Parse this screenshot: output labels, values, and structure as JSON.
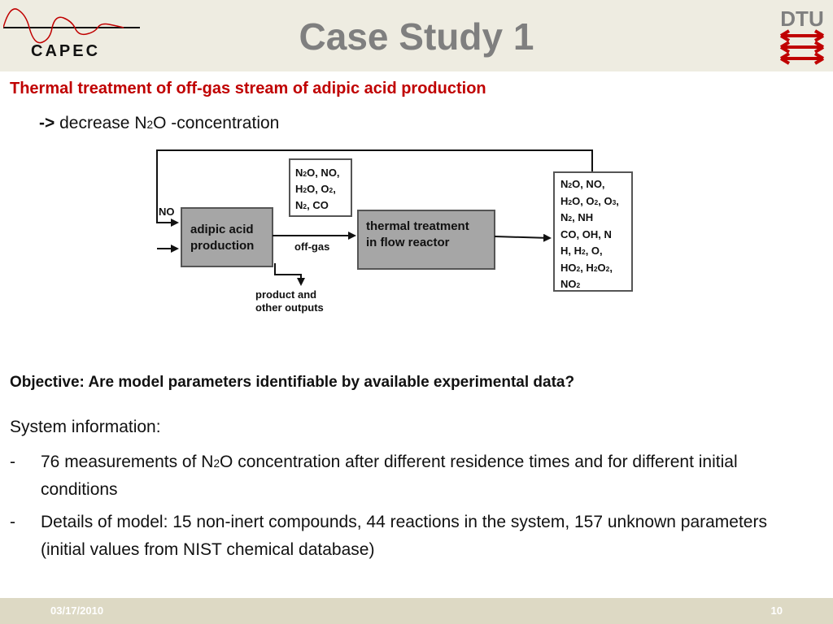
{
  "header": {
    "title": "Case Study 1",
    "logo_left_text": "CAPEC",
    "logo_right_text": "DTU"
  },
  "colors": {
    "header_bg": "#eeece1",
    "footer_bg": "#ddd9c4",
    "subtitle": "#c00000",
    "title": "#7f7f7f",
    "dtu_red": "#c00000",
    "box_fill": "#a6a6a6"
  },
  "subtitle": "Thermal treatment of off-gas stream of adipic acid production",
  "goal": {
    "arrow": "->",
    "text_prefix": " decrease N",
    "sub": "2",
    "text_suffix": "O -concentration"
  },
  "diagram": {
    "input_label": "NO",
    "box1": [
      "adipic acid",
      "production"
    ],
    "offgas_label": "off-gas",
    "box2": [
      "thermal treatment",
      "in flow reactor"
    ],
    "product_label": [
      "product and",
      "other outputs"
    ],
    "stream1": {
      "line1": [
        "N",
        "2",
        "O, NO,"
      ],
      "line2": [
        "H",
        "2",
        "O, O",
        "2",
        ","
      ],
      "line3": [
        "N",
        "2",
        ", CO"
      ]
    },
    "stream2": {
      "line1": [
        "N",
        "2",
        "O, NO,"
      ],
      "line2": [
        "H",
        "2",
        "O, O",
        "2",
        ", O",
        "3",
        ","
      ],
      "line3": [
        "N",
        "2",
        ", NH"
      ],
      "line4": [
        "CO, OH, N"
      ],
      "line5": [
        "H, H",
        "2",
        ", O,"
      ],
      "line6": [
        "HO",
        "2",
        ", H",
        "2",
        "O",
        "2",
        ","
      ],
      "line7": [
        "NO",
        "2"
      ]
    }
  },
  "objective": "Objective: Are model parameters identifiable by available experimental data?",
  "system_info_label": "System information:",
  "bullets": [
    {
      "dash": "-",
      "part1": "76 measurements of N",
      "sub": "2",
      "part2": "O concentration after different residence times and for different initial conditions"
    },
    {
      "dash": "-",
      "text": "Details of model: 15 non-inert compounds, 44 reactions in the system, 157 unknown parameters (initial values from NIST chemical database)"
    }
  ],
  "footer": {
    "date": "03/17/2010",
    "page": "10"
  }
}
